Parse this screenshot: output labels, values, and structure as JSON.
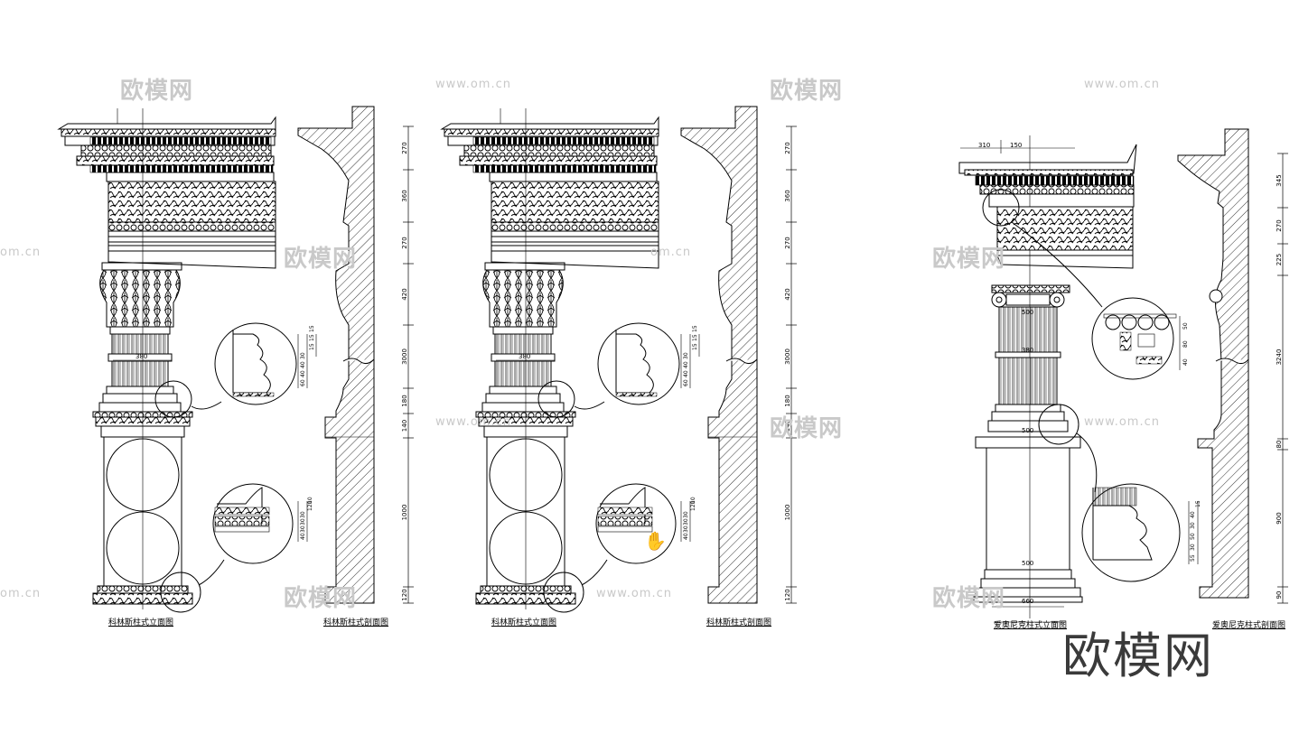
{
  "watermarks": {
    "brand_cn": "欧模网",
    "url": "www.om.cn",
    "partial_url": "om.cn"
  },
  "logo": {
    "text": "欧模网"
  },
  "captions": {
    "corinthian_elevation_1": "科林斯柱式立面图",
    "corinthian_section_1": "科林斯柱式剖面图",
    "corinthian_elevation_2": "科林斯柱式立面图",
    "corinthian_section_2": "科林斯柱式剖面图",
    "ionic_elevation": "爱奥尼克柱式立面图",
    "ionic_section": "爱奥尼克柱式剖面图"
  },
  "dims": {
    "corinthian_vertical": [
      "270",
      "360",
      "270",
      "420",
      "3000",
      "180",
      "140",
      "1000",
      "120"
    ],
    "corinthian_shaft_width": "380",
    "corinthian_detail_top": [
      "60",
      "40",
      "40",
      "30",
      "15",
      "15",
      "15"
    ],
    "corinthian_detail_bottom": [
      "40",
      "30",
      "30",
      "30",
      "120",
      "10"
    ],
    "ionic_top": [
      "310",
      "150"
    ],
    "ionic_vertical": [
      "345",
      "270",
      "225",
      "3240",
      "80",
      "900",
      "90"
    ],
    "ionic_widths": [
      "500",
      "380",
      "500",
      "500",
      "660"
    ],
    "ionic_detail_top": [
      "40",
      "80",
      "50"
    ],
    "ionic_detail_bottom": [
      "55",
      "30",
      "50",
      "30",
      "40",
      "15"
    ]
  }
}
